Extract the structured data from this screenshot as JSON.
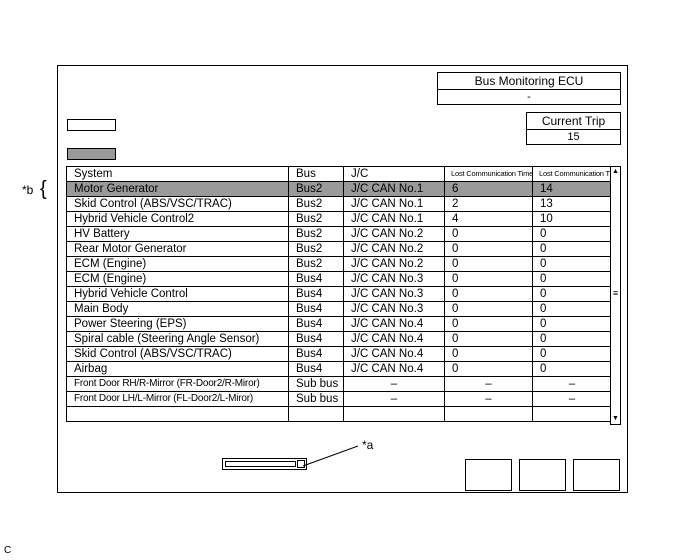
{
  "ecu": {
    "title": "Bus Monitoring ECU",
    "value": "-"
  },
  "trip": {
    "title": "Current Trip",
    "value": "15"
  },
  "table": {
    "headers": [
      "System",
      "Bus",
      "J/C",
      "Lost Communication Time (s)",
      "Lost Communication Trip"
    ],
    "rows": [
      [
        "Motor Generator",
        "Bus2",
        "J/C CAN No.1",
        "6",
        "14"
      ],
      [
        "Skid Control (ABS/VSC/TRAC)",
        "Bus2",
        "J/C CAN No.1",
        "2",
        "13"
      ],
      [
        "Hybrid Vehicle Control2",
        "Bus2",
        "J/C CAN No.1",
        "4",
        "10"
      ],
      [
        "HV Battery",
        "Bus2",
        "J/C CAN No.2",
        "0",
        "0"
      ],
      [
        "Rear Motor Generator",
        "Bus2",
        "J/C CAN No.2",
        "0",
        "0"
      ],
      [
        "ECM (Engine)",
        "Bus2",
        "J/C CAN No.2",
        "0",
        "0"
      ],
      [
        "ECM (Engine)",
        "Bus4",
        "J/C CAN No.3",
        "0",
        "0"
      ],
      [
        "Hybrid Vehicle Control",
        "Bus4",
        "J/C CAN No.3",
        "0",
        "0"
      ],
      [
        "Main Body",
        "Bus4",
        "J/C CAN No.3",
        "0",
        "0"
      ],
      [
        "Power Steering (EPS)",
        "Bus4",
        "J/C CAN No.4",
        "0",
        "0"
      ],
      [
        "Spiral cable (Steering Angle Sensor)",
        "Bus4",
        "J/C CAN No.4",
        "0",
        "0"
      ],
      [
        "Skid Control (ABS/VSC/TRAC)",
        "Bus4",
        "J/C CAN No.4",
        "0",
        "0"
      ],
      [
        "Airbag",
        "Bus4",
        "J/C CAN No.4",
        "0",
        "0"
      ],
      [
        "Front Door RH/R-Mirror (FR-Door2/R-Miror)",
        "Sub bus",
        "–",
        "–",
        "–"
      ],
      [
        "Front Door LH/L-Mirror (FL-Door2/L-Miror)",
        "Sub bus",
        "–",
        "–",
        "–"
      ]
    ]
  },
  "scrollbar": {
    "up": "▲",
    "grip": "≡",
    "down": "▼"
  },
  "callouts": {
    "a": "*a",
    "b": "*b",
    "brace": "{"
  },
  "figure_label": "C"
}
